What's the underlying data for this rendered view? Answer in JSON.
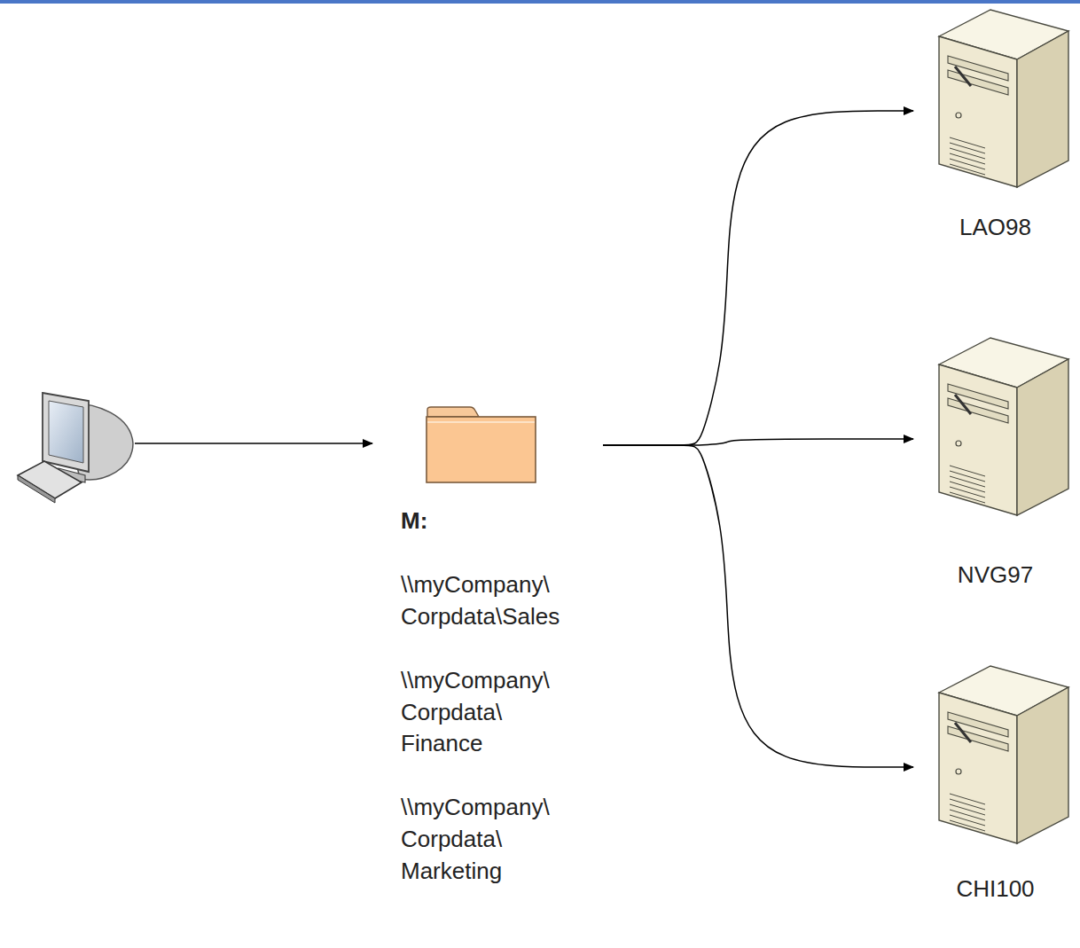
{
  "diagram": {
    "nodes": [
      {
        "text": [
          "M:",
          "\\\\myCompany\\ Corpdata\\Sales",
          "\\\\myCompany\\ Corpdata\\ Finance",
          "\\\\myCompany\\ Corpdata\\ Marketing"
        ]
      },
      {
        "text": [
          "LAO98"
        ]
      },
      {
        "text": [
          "NVG97"
        ]
      },
      {
        "text": [
          "CHI100"
        ]
      }
    ],
    "edges": [
      {
        "from": 0,
        "to": 1,
        "arrow": "to"
      },
      {
        "from": 0,
        "to": 2,
        "arrow": "to"
      },
      {
        "from": 0,
        "to": 3,
        "arrow": "to"
      }
    ]
  }
}
